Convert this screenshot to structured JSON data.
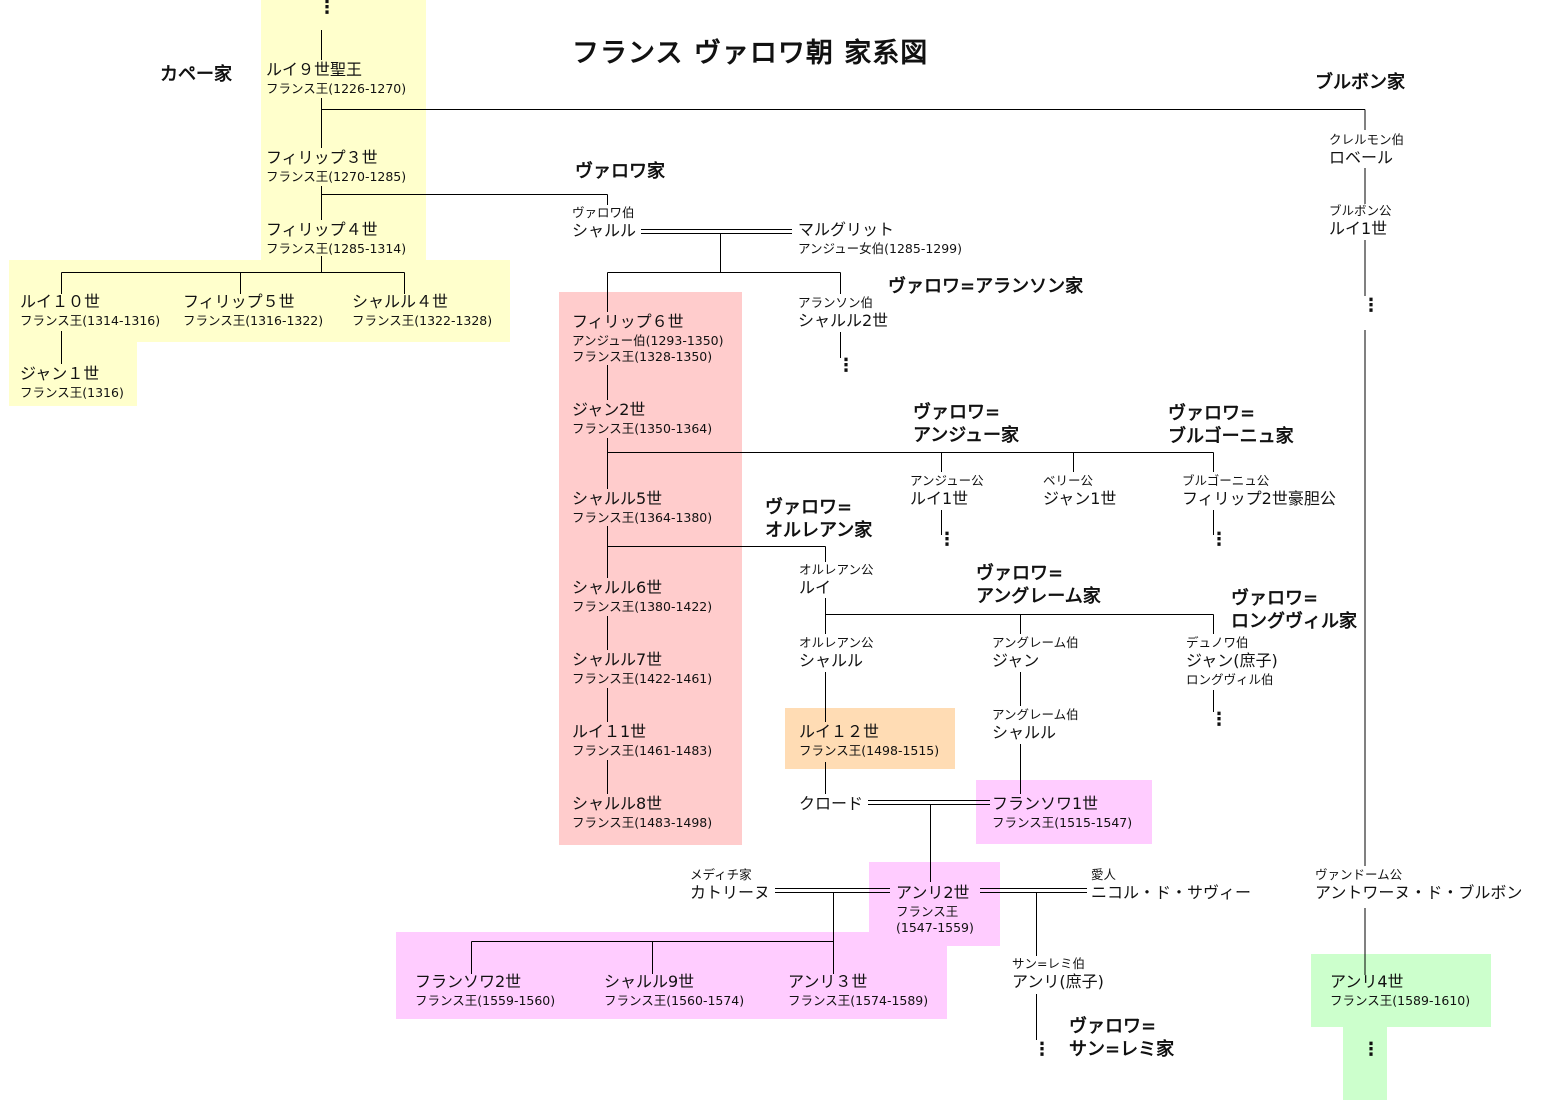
{
  "title": "フランス ヴァロワ朝 家系図",
  "houses": {
    "capet": "カペー家",
    "bourbon": "ブルボン家",
    "valois": "ヴァロワ家",
    "alencon": "ヴァロワ=アランソン家",
    "anjou": [
      "ヴァロワ=",
      "アンジュー家"
    ],
    "burgundy": [
      "ヴァロワ=",
      "ブルゴーニュ家"
    ],
    "orleans": [
      "ヴァロワ=",
      "オルレアン家"
    ],
    "angouleme": [
      "ヴァロワ=",
      "アングレーム家"
    ],
    "longueville": [
      "ヴァロワ=",
      "ロングヴィル家"
    ],
    "saint_remy": [
      "ヴァロワ=",
      "サン=レミ家"
    ]
  },
  "people": {
    "louis9": {
      "name": "ルイ９世聖王",
      "sub": "フランス王(1226-1270)"
    },
    "philippe3": {
      "name": "フィリップ３世",
      "sub": "フランス王(1270-1285)"
    },
    "philippe4": {
      "name": "フィリップ４世",
      "sub": "フランス王(1285-1314)"
    },
    "louis10": {
      "name": "ルイ１０世",
      "sub": "フランス王(1314-1316)"
    },
    "philippe5": {
      "name": "フィリップ５世",
      "sub": "フランス王(1316-1322)"
    },
    "charles4": {
      "name": "シャルル４世",
      "sub": "フランス王(1322-1328)"
    },
    "jean1": {
      "name": "ジャン１世",
      "sub": "フランス王(1316)"
    },
    "charles_valois": {
      "pre": "ヴァロワ伯",
      "name": "シャルル"
    },
    "marguerite": {
      "name": "マルグリット",
      "sub": "アンジュー女伯(1285-1299)"
    },
    "philippe6": {
      "name": "フィリップ６世",
      "sub": "アンジュー伯(1293-1350)",
      "sub2": "フランス王(1328-1350)"
    },
    "charles2_alencon": {
      "pre": "アランソン伯",
      "name": "シャルル2世"
    },
    "jean2": {
      "name": "ジャン2世",
      "sub": "フランス王(1350-1364)"
    },
    "charles5": {
      "name": "シャルル5世",
      "sub": "フランス王(1364-1380)"
    },
    "charles6": {
      "name": "シャルル6世",
      "sub": "フランス王(1380-1422)"
    },
    "charles7": {
      "name": "シャルル7世",
      "sub": "フランス王(1422-1461)"
    },
    "louis11": {
      "name": "ルイ１1世",
      "sub": "フランス王(1461-1483)"
    },
    "charles8": {
      "name": "シャルル8世",
      "sub": "フランス王(1483-1498)"
    },
    "louis_anjou": {
      "pre": "アンジュー公",
      "name": "ルイ1世"
    },
    "jean_berry": {
      "pre": "ベリー公",
      "name": "ジャン1世"
    },
    "philippe_bourgogne": {
      "pre": "ブルゴーニュ公",
      "name": "フィリップ2世豪胆公"
    },
    "louis_orleans": {
      "pre": "オルレアン公",
      "name": "ルイ"
    },
    "charles_orleans": {
      "pre": "オルレアン公",
      "name": "シャルル"
    },
    "jean_angouleme": {
      "pre": "アングレーム伯",
      "name": "ジャン"
    },
    "charles_angouleme": {
      "pre": "アングレーム伯",
      "name": "シャルル"
    },
    "jean_dunois": {
      "pre": "デュノワ伯",
      "name": "ジャン(庶子)",
      "sub": "ロングヴィル伯"
    },
    "louis12": {
      "name": "ルイ１２世",
      "sub": "フランス王(1498-1515)"
    },
    "claude": {
      "name": "クロード"
    },
    "francois1": {
      "name": "フランソワ1世",
      "sub": "フランス王(1515-1547)"
    },
    "catherine": {
      "pre": "メディチ家",
      "name": "カトリーヌ"
    },
    "henri2": {
      "name": "アンリ2世",
      "sub": "フランス王",
      "sub2": "(1547-1559)"
    },
    "nicole": {
      "pre": "愛人",
      "name": "ニコル・ド・サヴィー"
    },
    "francois2": {
      "name": "フランソワ2世",
      "sub": "フランス王(1559-1560)"
    },
    "charles9": {
      "name": "シャルル9世",
      "sub": "フランス王(1560-1574)"
    },
    "henri3": {
      "name": "アンリ３世",
      "sub": "フランス王(1574-1589)"
    },
    "henri_saint_remy": {
      "pre": "サン=レミ伯",
      "name": "アンリ(庶子)"
    },
    "robert": {
      "pre": "クレルモン伯",
      "name": "ロベール"
    },
    "louis1_bourbon": {
      "pre": "ブルボン公",
      "name": "ルイ1世"
    },
    "antoine": {
      "pre": "ヴァンドーム公",
      "name": "アントワーヌ・ド・ブルボン"
    },
    "henri4": {
      "name": "アンリ4世",
      "sub": "フランス王(1589-1610)"
    }
  },
  "colors": {
    "capet": "#ffffcc",
    "valois_direct": "#ffcccc",
    "orleans_line": "#ffdcb4",
    "angouleme_line": "#ffccff",
    "bourbon_line": "#ccffcc"
  }
}
